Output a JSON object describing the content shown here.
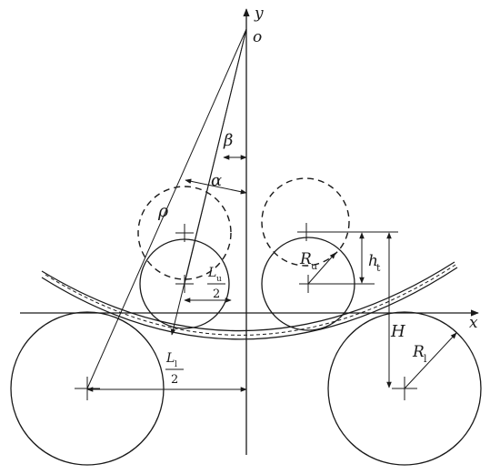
{
  "labels": {
    "y_axis": "y",
    "x_axis": "x",
    "origin": "o",
    "beta": "β",
    "alpha": "α",
    "rho": "ρ",
    "R": "R",
    "u": "u",
    "l": "l",
    "t": "t",
    "h": "h",
    "H": "H",
    "L": "L",
    "two": "2"
  },
  "colors": {
    "ink": "#1a1a1a",
    "background": "#ffffff"
  }
}
